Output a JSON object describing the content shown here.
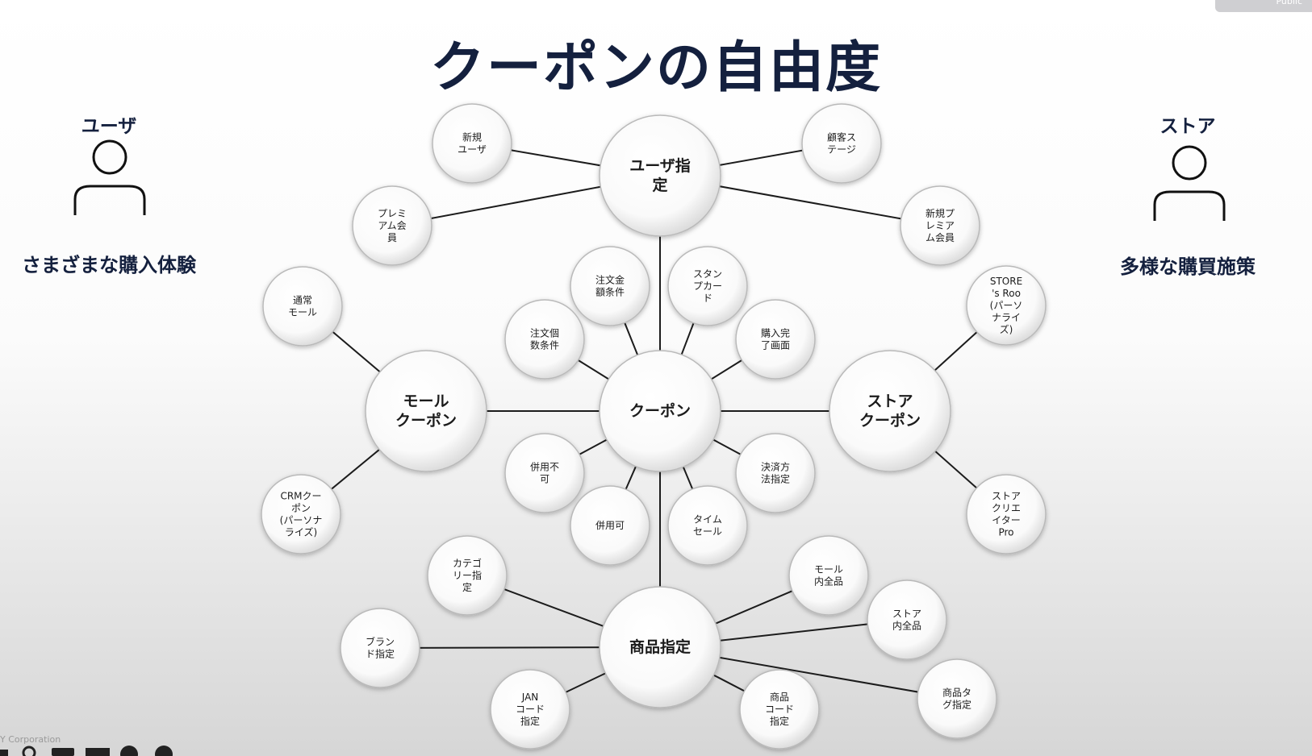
{
  "title": "クーポンの自由度",
  "badge": "Public",
  "footer": "Y Corporation",
  "left_panel": {
    "label": "ユーザ",
    "caption": "さまざまな購入体験"
  },
  "right_panel": {
    "label": "ストア",
    "caption": "多様な購買施策"
  },
  "diagram": {
    "nodes": [
      {
        "id": "coupon",
        "size": "big",
        "lines": [
          "クーポン"
        ]
      },
      {
        "id": "user",
        "size": "big",
        "lines": [
          "ユーザ指",
          "定"
        ]
      },
      {
        "id": "mall",
        "size": "big",
        "lines": [
          "モール",
          "クーポン"
        ]
      },
      {
        "id": "store",
        "size": "big",
        "lines": [
          "ストア",
          "クーポン"
        ]
      },
      {
        "id": "product",
        "size": "big",
        "lines": [
          "商品指定"
        ]
      },
      {
        "id": "new_user",
        "size": "small",
        "lines": [
          "新規",
          "ユーザ"
        ]
      },
      {
        "id": "premium",
        "size": "small",
        "lines": [
          "プレミ",
          "アム会",
          "員"
        ]
      },
      {
        "id": "stage",
        "size": "small",
        "lines": [
          "顧客ス",
          "テージ"
        ]
      },
      {
        "id": "new_premium",
        "size": "small",
        "lines": [
          "新規プ",
          "レミア",
          "ム会員"
        ]
      },
      {
        "id": "normal_mall",
        "size": "small",
        "lines": [
          "通常",
          "モール"
        ]
      },
      {
        "id": "crm",
        "size": "small",
        "lines": [
          "CRMクー",
          "ポン",
          "(パーソナ",
          "ライズ)"
        ]
      },
      {
        "id": "stores_room",
        "size": "small",
        "lines": [
          "STORE",
          "'s Roo",
          "(パーソ",
          "ナライ",
          "ズ)"
        ]
      },
      {
        "id": "creator",
        "size": "small",
        "lines": [
          "ストア",
          "クリエ",
          "イター",
          "Pro"
        ]
      },
      {
        "id": "order_amount",
        "size": "small",
        "lines": [
          "注文金",
          "額条件"
        ]
      },
      {
        "id": "stamp",
        "size": "small",
        "lines": [
          "スタン",
          "プカー",
          "ド"
        ]
      },
      {
        "id": "order_count",
        "size": "small",
        "lines": [
          "注文個",
          "数条件"
        ]
      },
      {
        "id": "complete",
        "size": "small",
        "lines": [
          "購入完",
          "了画面"
        ]
      },
      {
        "id": "no_combine",
        "size": "small",
        "lines": [
          "併用不",
          "可"
        ]
      },
      {
        "id": "payment",
        "size": "small",
        "lines": [
          "決済方",
          "法指定"
        ]
      },
      {
        "id": "combine",
        "size": "small",
        "lines": [
          "併用可"
        ]
      },
      {
        "id": "timesale",
        "size": "small",
        "lines": [
          "タイム",
          "セール"
        ]
      },
      {
        "id": "category",
        "size": "small",
        "lines": [
          "カテゴ",
          "リー指",
          "定"
        ]
      },
      {
        "id": "brand",
        "size": "small",
        "lines": [
          "ブラン",
          "ド指定"
        ]
      },
      {
        "id": "jan",
        "size": "small",
        "lines": [
          "JAN",
          "コード",
          "指定"
        ]
      },
      {
        "id": "product_code",
        "size": "small",
        "lines": [
          "商品",
          "コード",
          "指定"
        ]
      },
      {
        "id": "mall_all",
        "size": "small",
        "lines": [
          "モール",
          "内全品"
        ]
      },
      {
        "id": "store_all",
        "size": "small",
        "lines": [
          "ストア",
          "内全品"
        ]
      },
      {
        "id": "tag",
        "size": "small",
        "lines": [
          "商品タ",
          "グ指定"
        ]
      }
    ],
    "edges": [
      [
        "coupon",
        "user"
      ],
      [
        "coupon",
        "mall"
      ],
      [
        "coupon",
        "store"
      ],
      [
        "coupon",
        "product"
      ],
      [
        "coupon",
        "order_amount"
      ],
      [
        "coupon",
        "stamp"
      ],
      [
        "coupon",
        "order_count"
      ],
      [
        "coupon",
        "complete"
      ],
      [
        "coupon",
        "no_combine"
      ],
      [
        "coupon",
        "payment"
      ],
      [
        "coupon",
        "combine"
      ],
      [
        "coupon",
        "timesale"
      ],
      [
        "user",
        "new_user"
      ],
      [
        "user",
        "premium"
      ],
      [
        "user",
        "stage"
      ],
      [
        "user",
        "new_premium"
      ],
      [
        "mall",
        "normal_mall"
      ],
      [
        "mall",
        "crm"
      ],
      [
        "store",
        "stores_room"
      ],
      [
        "store",
        "creator"
      ],
      [
        "product",
        "category"
      ],
      [
        "product",
        "brand"
      ],
      [
        "product",
        "jan"
      ],
      [
        "product",
        "product_code"
      ],
      [
        "product",
        "mall_all"
      ],
      [
        "product",
        "store_all"
      ],
      [
        "product",
        "tag"
      ]
    ]
  }
}
